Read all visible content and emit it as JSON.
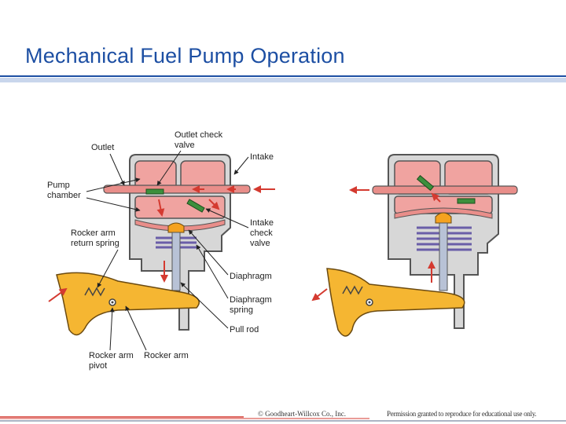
{
  "slide": {
    "title": "Mechanical Fuel Pump Operation"
  },
  "diagram": {
    "labels": {
      "outlet": "Outlet",
      "outlet_check_valve_1": "Outlet check",
      "outlet_check_valve_2": "valve",
      "intake": "Intake",
      "pump_chamber_1": "Pump",
      "pump_chamber_2": "chamber",
      "intake_check_valve_1": "Intake",
      "intake_check_valve_2": "check",
      "intake_check_valve_3": "valve",
      "rocker_arm_return_spring_1": "Rocker arm",
      "rocker_arm_return_spring_2": "return spring",
      "diaphragm": "Diaphragm",
      "diaphragm_spring_1": "Diaphragm",
      "diaphragm_spring_2": "spring",
      "pull_rod": "Pull rod",
      "rocker_arm_pivot_1": "Rocker arm",
      "rocker_arm_pivot_2": "pivot",
      "rocker_arm": "Rocker arm"
    },
    "colors": {
      "chamber": "#f0a3a0",
      "pipe": "#e98e8a",
      "housing": "#d7d7d7",
      "rocker": "#f5b632",
      "valve": "#3c8f3c",
      "flow_arrow": "#d43a30",
      "spring": "#6a5ea8",
      "rod": "#b8c2d6"
    }
  },
  "footer": {
    "copyright": "© Goodheart-Willcox Co., Inc.",
    "permission": "Permission granted to reproduce for educational use only."
  }
}
